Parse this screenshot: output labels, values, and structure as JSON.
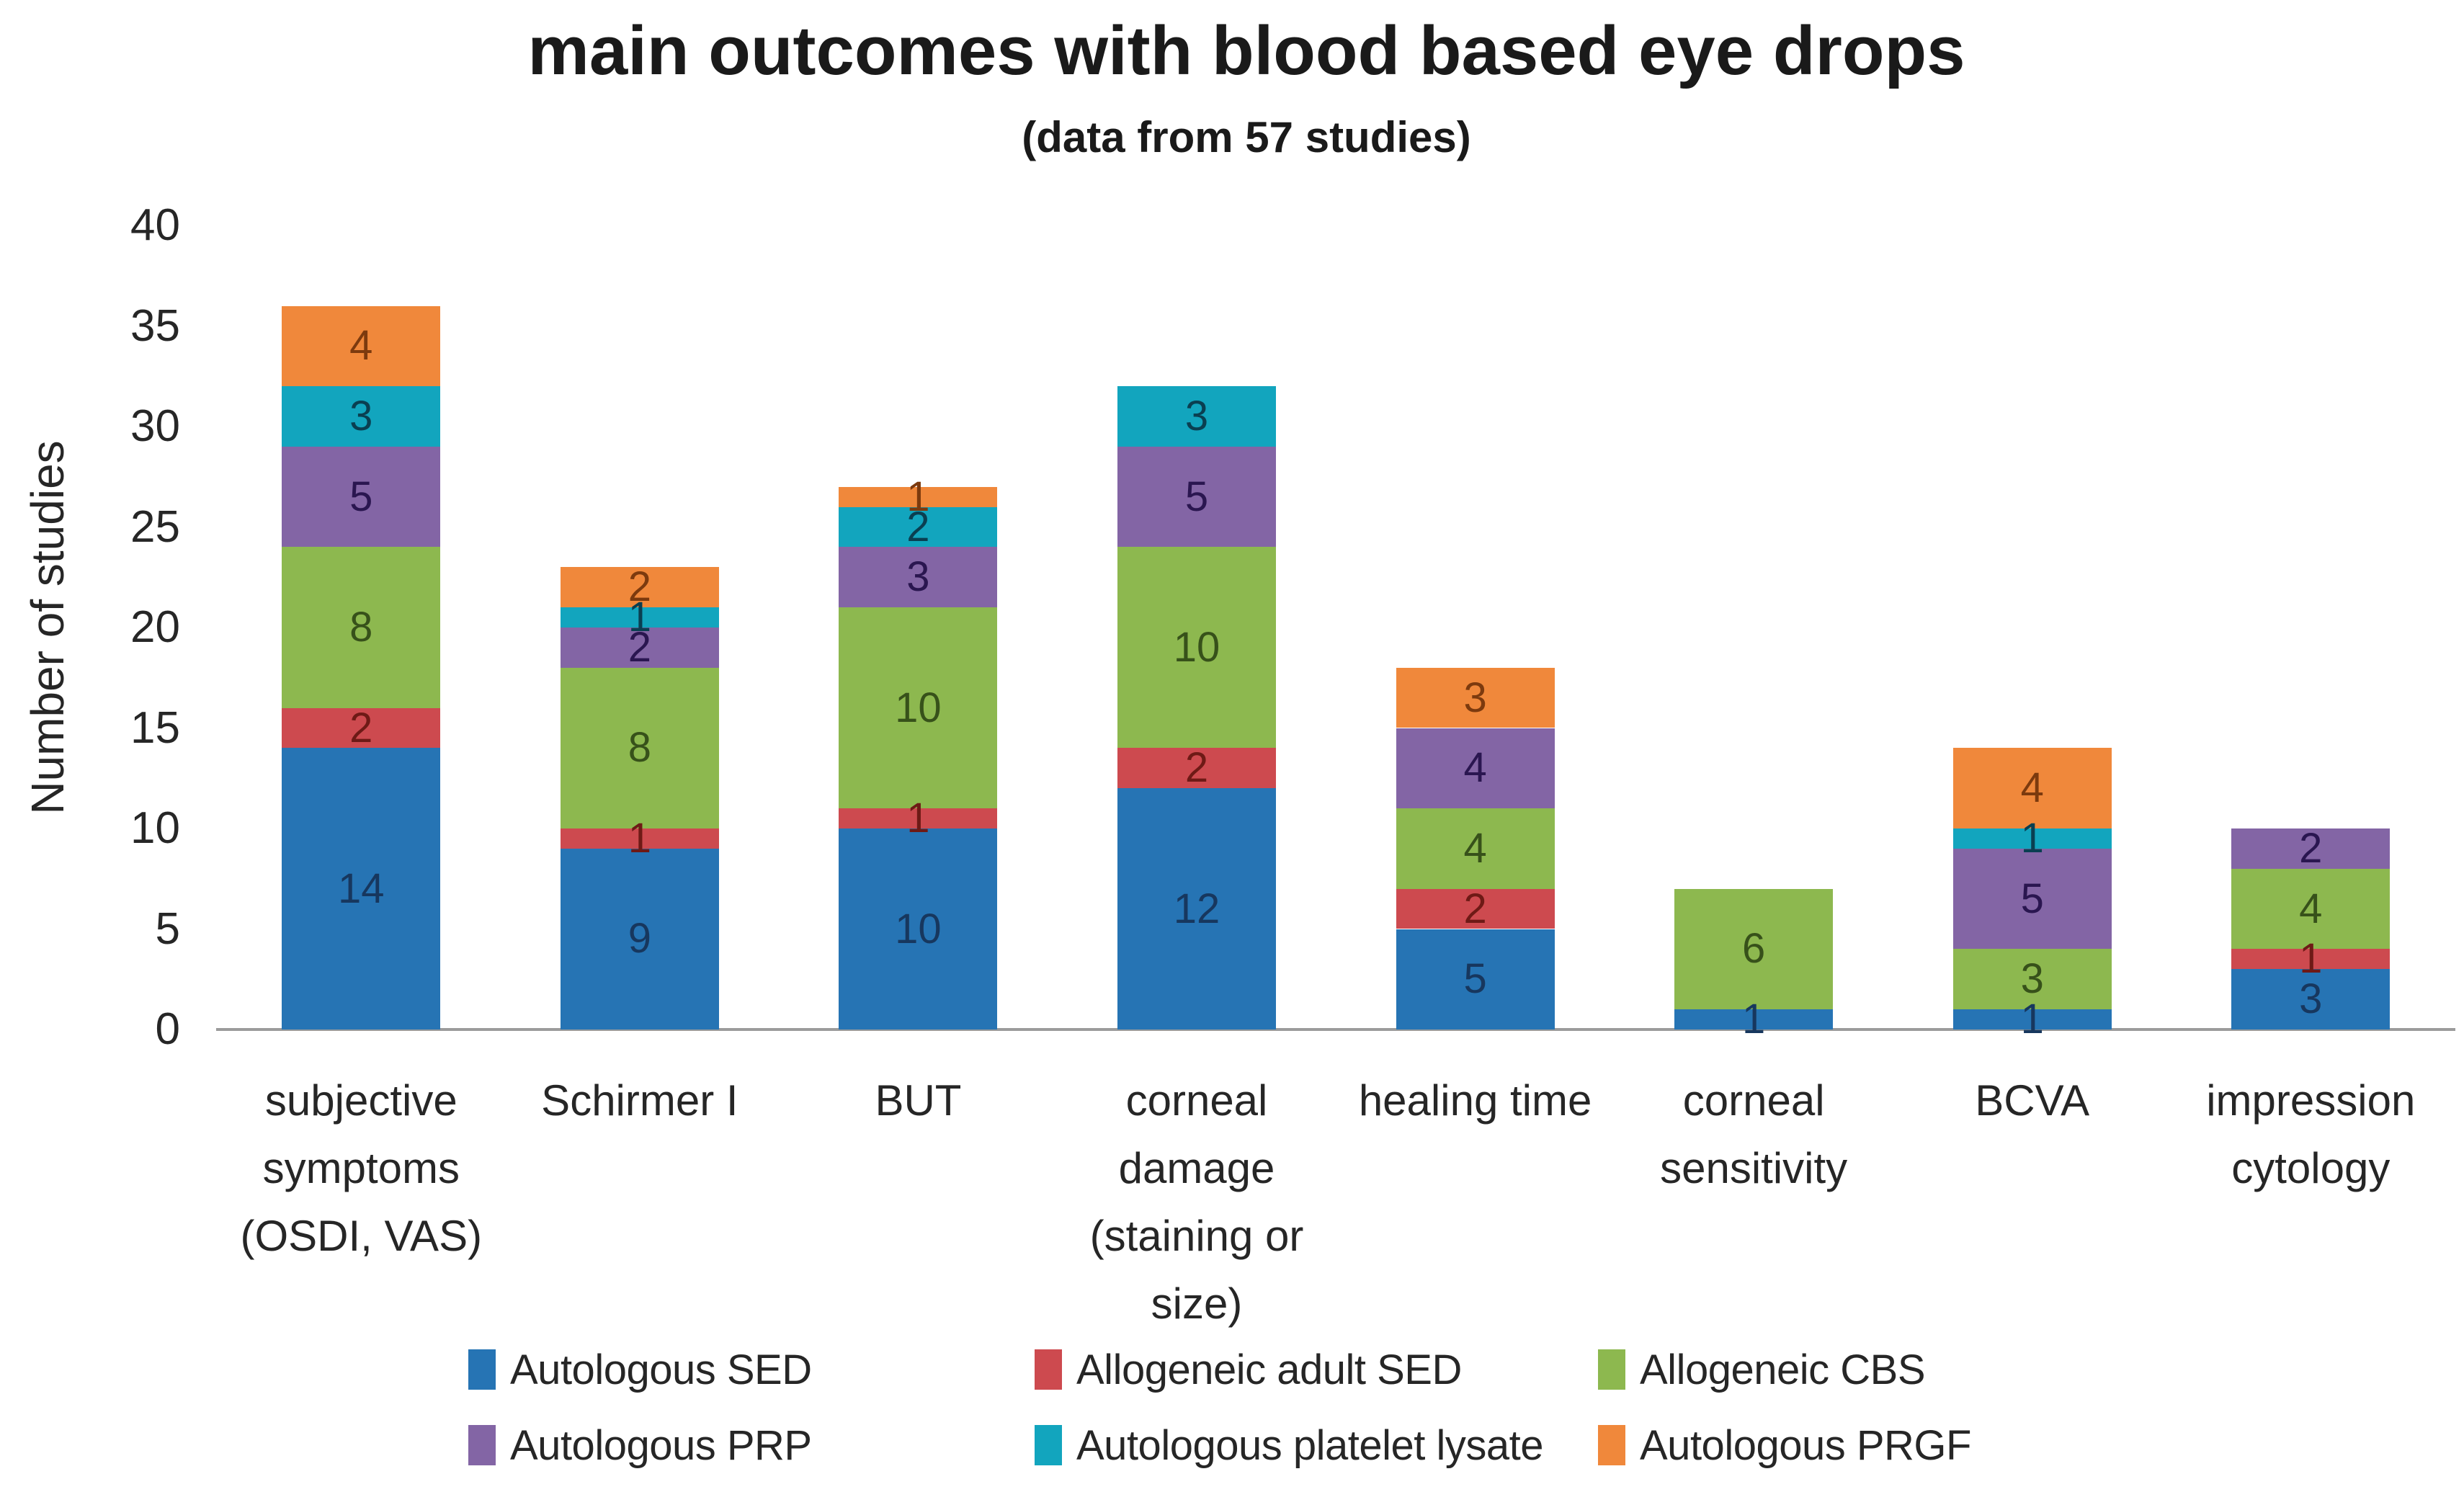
{
  "chart_data": {
    "type": "bar",
    "stacked": true,
    "title": "main outcomes with blood based eye drops",
    "subtitle": "(data from 57 studies)",
    "ylabel": "Number of studies",
    "xlabel": "",
    "ylim": [
      0,
      40
    ],
    "yticks": [
      0,
      5,
      10,
      15,
      20,
      25,
      30,
      35,
      40
    ],
    "grid": false,
    "legend_position": "bottom",
    "axis_line_color": "#9b9b9b",
    "categories": [
      {
        "id": "subjective-symptoms",
        "label": "subjective symptoms (OSDI, VAS)",
        "lines": [
          "subjective",
          "symptoms",
          "(OSDI, VAS)"
        ]
      },
      {
        "id": "schirmer-i",
        "label": "Schirmer I",
        "lines": [
          "Schirmer I"
        ]
      },
      {
        "id": "but",
        "label": "BUT",
        "lines": [
          "BUT"
        ]
      },
      {
        "id": "corneal-damage",
        "label": "corneal damage (staining or size)",
        "lines": [
          "corneal",
          "damage",
          "(staining or",
          "size)"
        ]
      },
      {
        "id": "healing-time",
        "label": "healing time",
        "lines": [
          "healing time"
        ]
      },
      {
        "id": "corneal-sensitivity",
        "label": "corneal sensitivity",
        "lines": [
          "corneal",
          "sensitivity"
        ]
      },
      {
        "id": "bcva",
        "label": "BCVA",
        "lines": [
          "BCVA"
        ]
      },
      {
        "id": "impression-cytology",
        "label": "impression cytology",
        "lines": [
          "impression",
          "cytology"
        ]
      }
    ],
    "series": [
      {
        "id": "autologous-sed",
        "name": "Autologous SED",
        "color": "#2674B4",
        "label_color": "#17375E",
        "values": [
          14,
          9,
          10,
          12,
          5,
          1,
          1,
          3
        ]
      },
      {
        "id": "allogeneic-adult-sed",
        "name": "Allogeneic adult SED",
        "color": "#CD4A4F",
        "label_color": "#6E1A16",
        "values": [
          2,
          1,
          1,
          2,
          2,
          0,
          0,
          1
        ]
      },
      {
        "id": "allogeneic-cbs",
        "name": "Allogeneic CBS",
        "color": "#8DB84F",
        "label_color": "#37511A",
        "values": [
          8,
          8,
          10,
          10,
          4,
          6,
          3,
          4
        ]
      },
      {
        "id": "autologous-prp",
        "name": "Autologous PRP",
        "color": "#8365A5",
        "label_color": "#2A1650",
        "values": [
          5,
          2,
          3,
          5,
          4,
          0,
          5,
          2
        ]
      },
      {
        "id": "autologous-platelet-lysate",
        "name": "Autologous platelet lysate",
        "color": "#12A5BE",
        "label_color": "#0A3F51",
        "values": [
          3,
          1,
          2,
          3,
          0,
          0,
          1,
          0
        ]
      },
      {
        "id": "autologous-prgf",
        "name": "Autologous PRGF",
        "color": "#F0883B",
        "label_color": "#7C3A0E",
        "values": [
          4,
          2,
          1,
          0,
          3,
          0,
          4,
          0
        ]
      }
    ]
  }
}
